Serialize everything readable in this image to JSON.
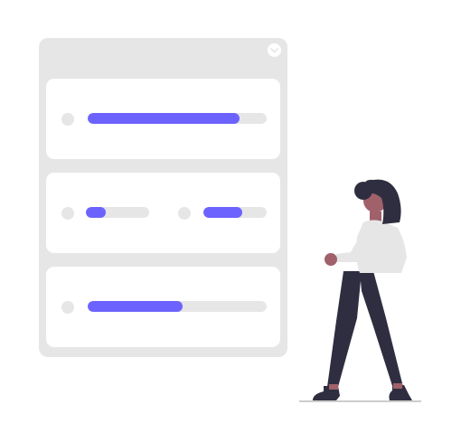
{
  "colors": {
    "panel": "#e6e6e6",
    "card": "#ffffff",
    "accent": "#6c63ff",
    "track": "#e6e6e6",
    "hair": "#2f2e41",
    "pants": "#2f2e41",
    "skin": "#a0616a",
    "shirt": "#e6e6e6",
    "ground": "#cccccc"
  },
  "close_icon": "chevron-down-icon",
  "options": [
    {
      "sliders": [
        {
          "level": 0.85
        }
      ]
    },
    {
      "sliders": [
        {
          "level": 0.32
        },
        {
          "level": 0.62
        }
      ]
    },
    {
      "sliders": [
        {
          "level": 0.53
        }
      ]
    }
  ]
}
